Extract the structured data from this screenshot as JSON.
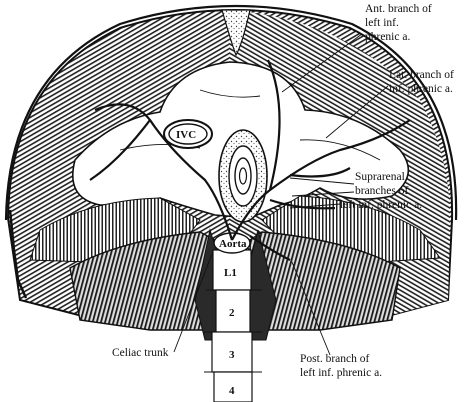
{
  "labels": {
    "ant_branch": [
      "Ant. branch of",
      "left inf.",
      "phrenic a."
    ],
    "lat_branch": [
      "Lat. branch of",
      "inf. phrenic a."
    ],
    "suprarenal": [
      "Suprarenal",
      "branches of",
      "left inf. phrenic a."
    ],
    "celiac": "Celiac trunk",
    "post_branch": [
      "Post. branch of",
      "left inf. phrenic a."
    ],
    "ivc": "IVC",
    "aorta": "Aorta",
    "vertebrae": [
      "L1",
      "2",
      "3",
      "4"
    ]
  },
  "colors": {
    "ink": "#111111",
    "paper": "#ffffff",
    "shade": "#6b6b6b"
  }
}
